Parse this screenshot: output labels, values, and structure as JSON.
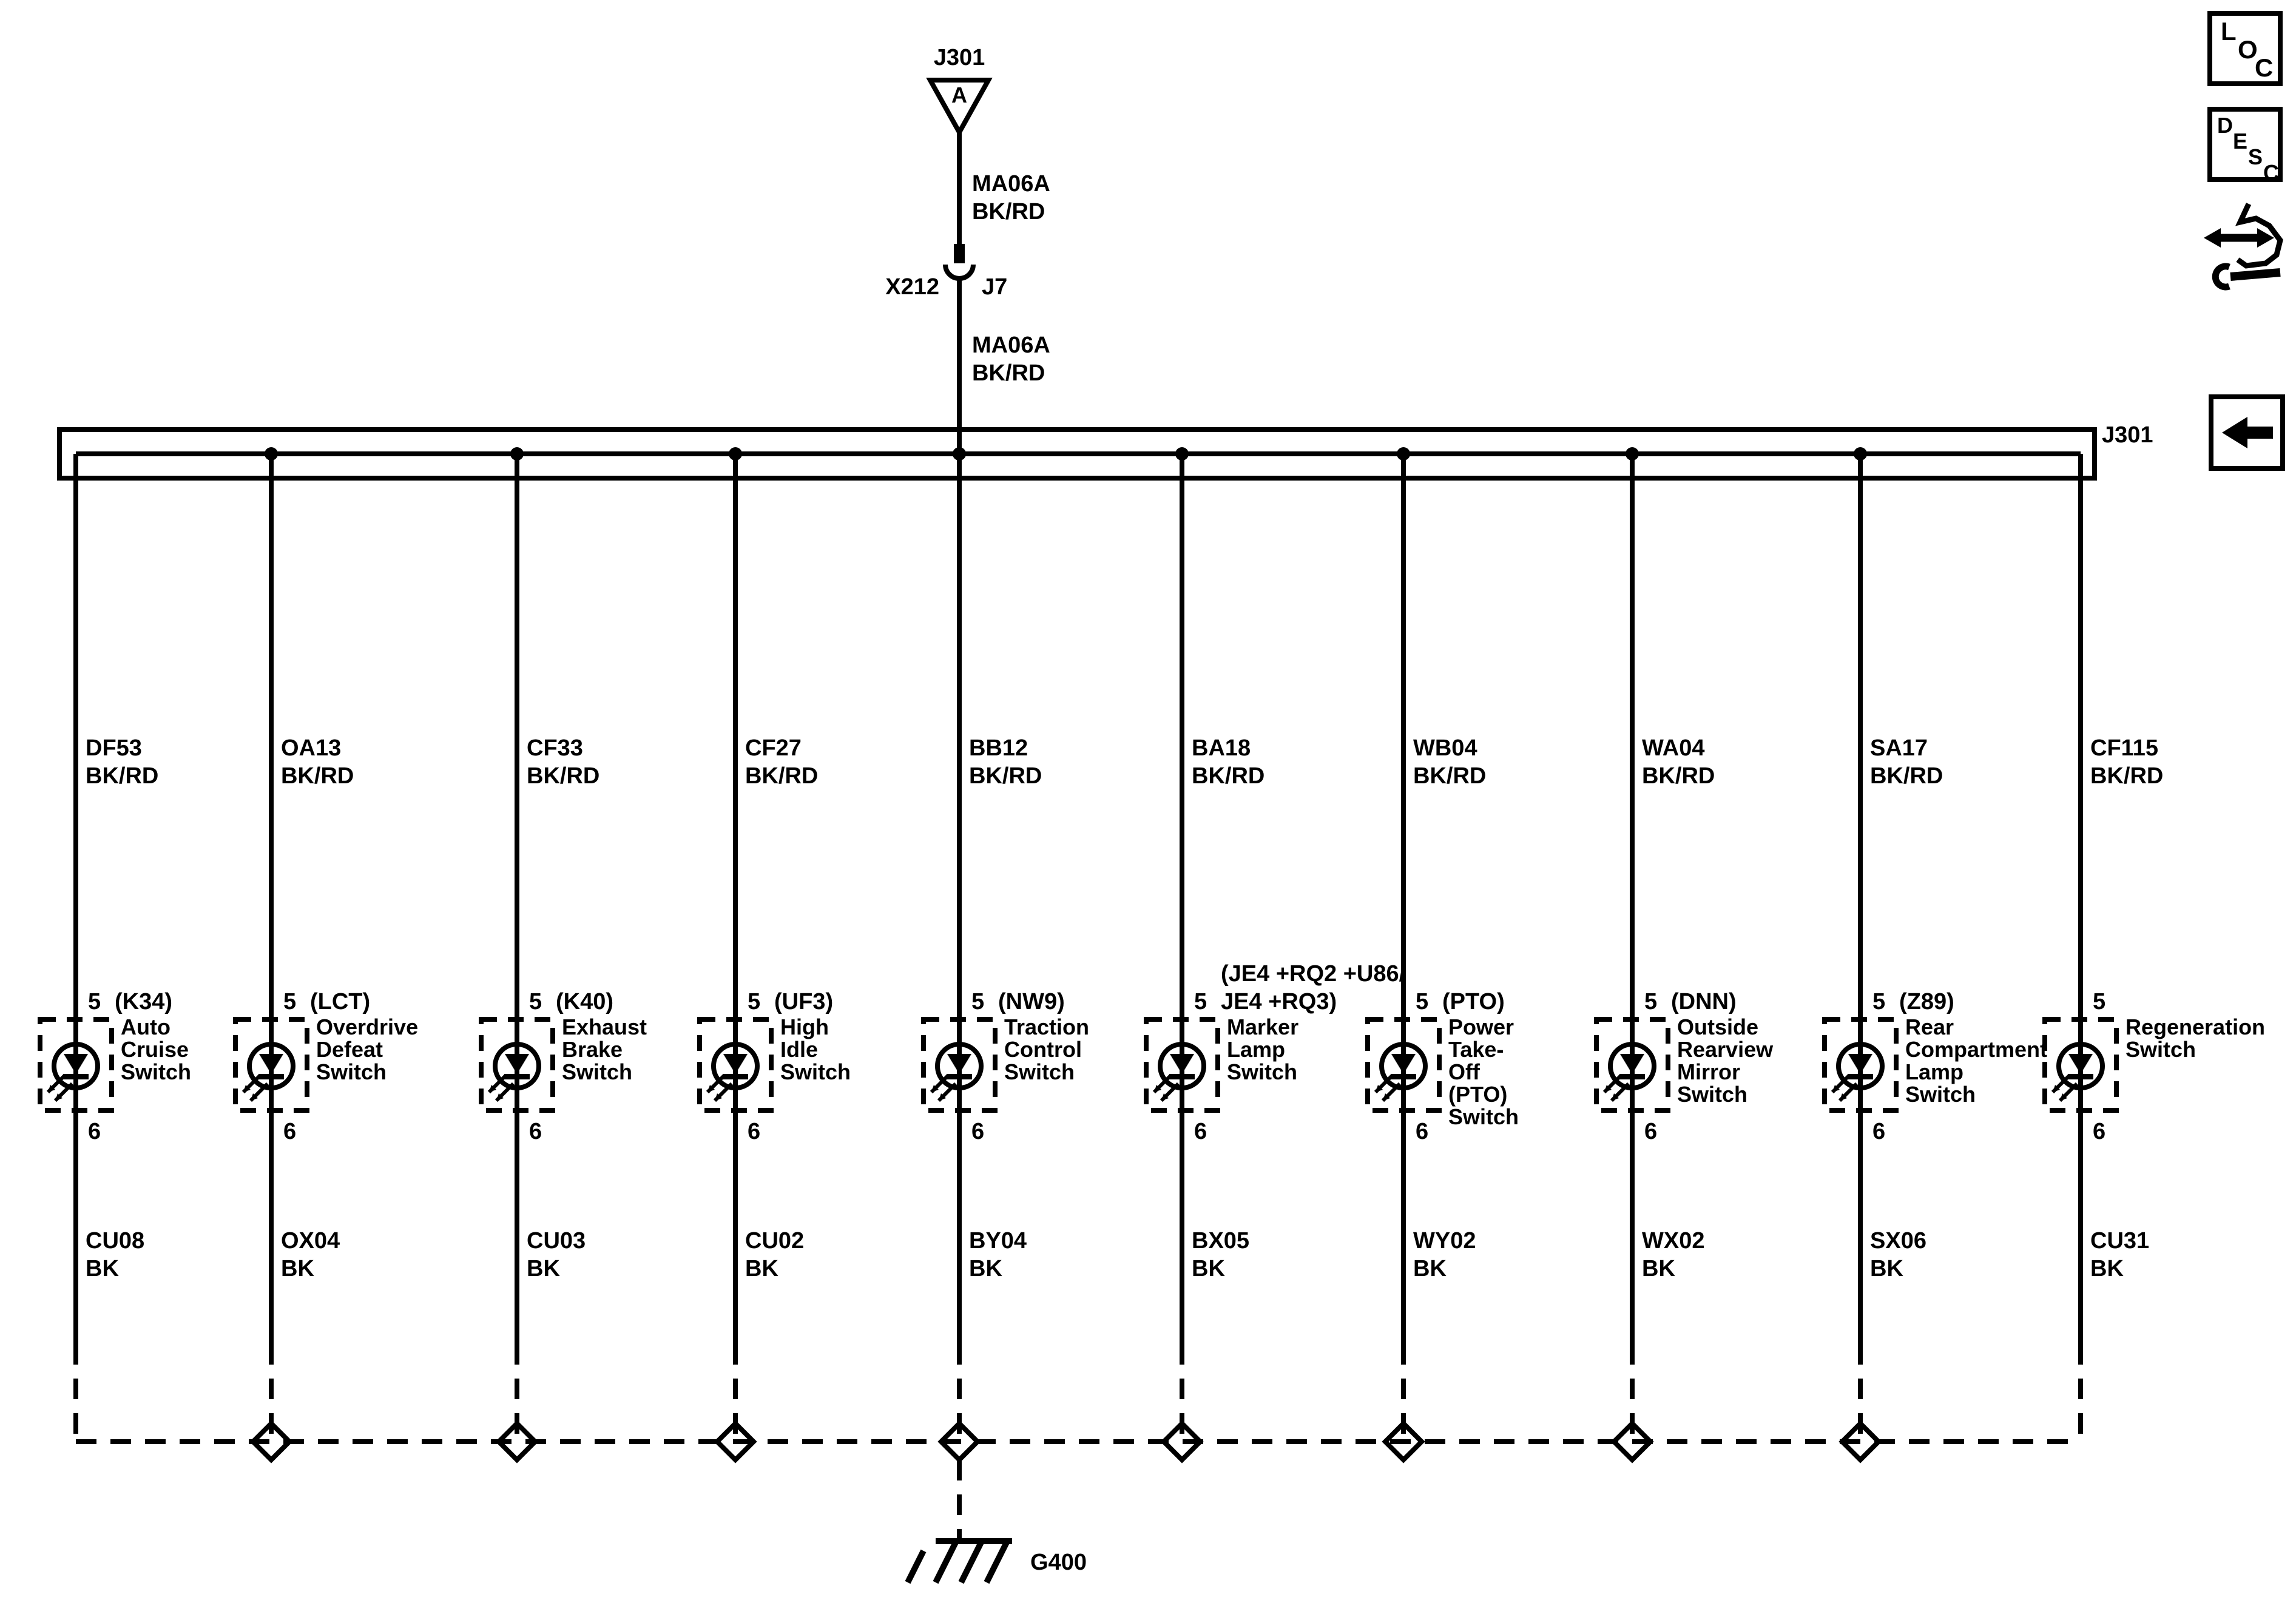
{
  "feed": {
    "connector_label": "J301",
    "terminal_letter": "A",
    "wire_label": "MA06A",
    "wire_color": "BK/RD",
    "splice_label": "X212",
    "junction_label": "J7",
    "wire_label2": "MA06A",
    "wire_color2": "BK/RD"
  },
  "bus": {
    "label": "J301"
  },
  "ground": {
    "label": "G400"
  },
  "columns": [
    {
      "wire": "DF53",
      "color": "BK/RD",
      "pin_top": "5",
      "code_lines": [
        "(K34)"
      ],
      "name_lines": [
        "Auto",
        "Cruise",
        "Switch"
      ],
      "pin_bottom": "6",
      "wire_bottom": "CU08",
      "color_bottom": "BK"
    },
    {
      "wire": "OA13",
      "color": "BK/RD",
      "pin_top": "5",
      "code_lines": [
        "(LCT)"
      ],
      "name_lines": [
        "Overdrive",
        "Defeat",
        "Switch"
      ],
      "pin_bottom": "6",
      "wire_bottom": "OX04",
      "color_bottom": "BK"
    },
    {
      "wire": "CF33",
      "color": "BK/RD",
      "pin_top": "5",
      "code_lines": [
        "(K40)"
      ],
      "name_lines": [
        "Exhaust",
        "Brake",
        "Switch"
      ],
      "pin_bottom": "6",
      "wire_bottom": "CU03",
      "color_bottom": "BK"
    },
    {
      "wire": "CF27",
      "color": "BK/RD",
      "pin_top": "5",
      "code_lines": [
        "(UF3)"
      ],
      "name_lines": [
        "High",
        "Idle",
        "Switch"
      ],
      "pin_bottom": "6",
      "wire_bottom": "CU02",
      "color_bottom": "BK"
    },
    {
      "wire": "BB12",
      "color": "BK/RD",
      "pin_top": "5",
      "code_lines": [
        "(NW9)"
      ],
      "name_lines": [
        "Traction",
        "Control",
        "Switch"
      ],
      "pin_bottom": "6",
      "wire_bottom": "BY04",
      "color_bottom": "BK"
    },
    {
      "wire": "BA18",
      "color": "BK/RD",
      "pin_top": "5",
      "code_lines": [
        "(JE4 +RQ2 +U86/",
        "JE4 +RQ3)"
      ],
      "name_lines": [
        "Marker",
        "Lamp",
        "Switch"
      ],
      "pin_bottom": "6",
      "wire_bottom": "BX05",
      "color_bottom": "BK"
    },
    {
      "wire": "WB04",
      "color": "BK/RD",
      "pin_top": "5",
      "code_lines": [
        "(PTO)"
      ],
      "name_lines": [
        "Power",
        "Take-",
        "Off",
        "(PTO)",
        "Switch"
      ],
      "pin_bottom": "6",
      "wire_bottom": "WY02",
      "color_bottom": "BK"
    },
    {
      "wire": "WA04",
      "color": "BK/RD",
      "pin_top": "5",
      "code_lines": [
        "(DNN)"
      ],
      "name_lines": [
        "Outside",
        "Rearview",
        "Mirror",
        "Switch"
      ],
      "pin_bottom": "6",
      "wire_bottom": "WX02",
      "color_bottom": "BK"
    },
    {
      "wire": "SA17",
      "color": "BK/RD",
      "pin_top": "5",
      "code_lines": [
        "(Z89)"
      ],
      "name_lines": [
        "Rear",
        "Compartment",
        "Lamp",
        "Switch"
      ],
      "pin_bottom": "6",
      "wire_bottom": "SX06",
      "color_bottom": "BK"
    },
    {
      "wire": "CF115",
      "color": "BK/RD",
      "pin_top": "5",
      "code_lines": [],
      "name_lines": [
        "Regeneration",
        "Switch"
      ],
      "pin_bottom": "6",
      "wire_bottom": "CU31",
      "color_bottom": "BK"
    }
  ],
  "icons": {
    "loc_letters": [
      "L",
      "O",
      "C"
    ],
    "desc_letters": [
      "D",
      "E",
      "S",
      "C"
    ]
  },
  "colors": {
    "line": "#000000",
    "background": "#ffffff"
  }
}
